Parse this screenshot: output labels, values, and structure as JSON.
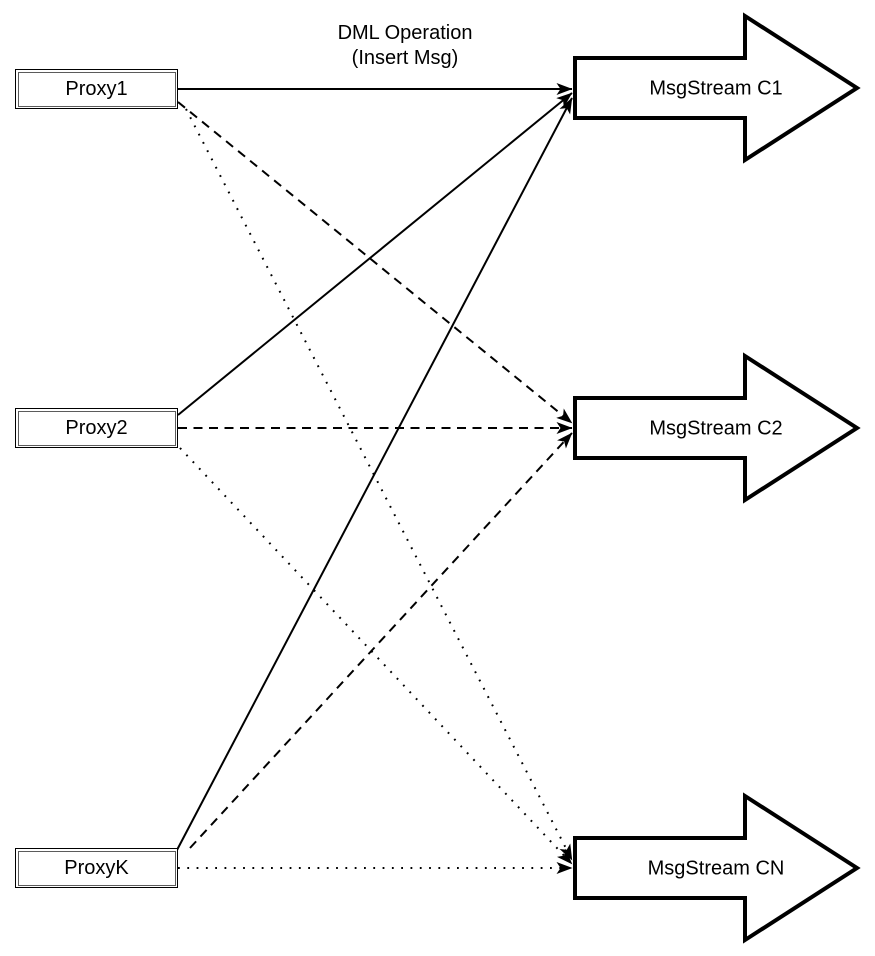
{
  "title": {
    "line1": "DML Operation",
    "line2": "(Insert Msg)"
  },
  "proxies": [
    {
      "id": "proxy1",
      "label": "Proxy1"
    },
    {
      "id": "proxy2",
      "label": "Proxy2"
    },
    {
      "id": "proxyk",
      "label": "ProxyK"
    }
  ],
  "streams": [
    {
      "id": "msgstream-c1",
      "label": "MsgStream C1"
    },
    {
      "id": "msgstream-c2",
      "label": "MsgStream C2"
    },
    {
      "id": "msgstream-cn",
      "label": "MsgStream CN"
    }
  ],
  "edges": [
    {
      "from": "proxy1",
      "to": "msgstream-c1",
      "style": "solid",
      "arrowhead": true
    },
    {
      "from": "proxy2",
      "to": "msgstream-c1",
      "style": "solid",
      "arrowhead": true
    },
    {
      "from": "proxyk",
      "to": "msgstream-c1",
      "style": "solid",
      "arrowhead": true
    },
    {
      "from": "proxy1",
      "to": "msgstream-c2",
      "style": "dashed",
      "arrowhead": true
    },
    {
      "from": "proxy2",
      "to": "msgstream-c2",
      "style": "dashed",
      "arrowhead": true
    },
    {
      "from": "proxyk",
      "to": "msgstream-c2",
      "style": "dashed",
      "arrowhead": true
    },
    {
      "from": "proxy1",
      "to": "msgstream-cn",
      "style": "dotted",
      "arrowhead": true
    },
    {
      "from": "proxy2",
      "to": "msgstream-cn",
      "style": "dotted",
      "arrowhead": true
    },
    {
      "from": "proxyk",
      "to": "msgstream-cn",
      "style": "dotted",
      "arrowhead": true
    }
  ],
  "colors": {
    "stroke": "#000000",
    "fill": "#ffffff"
  }
}
